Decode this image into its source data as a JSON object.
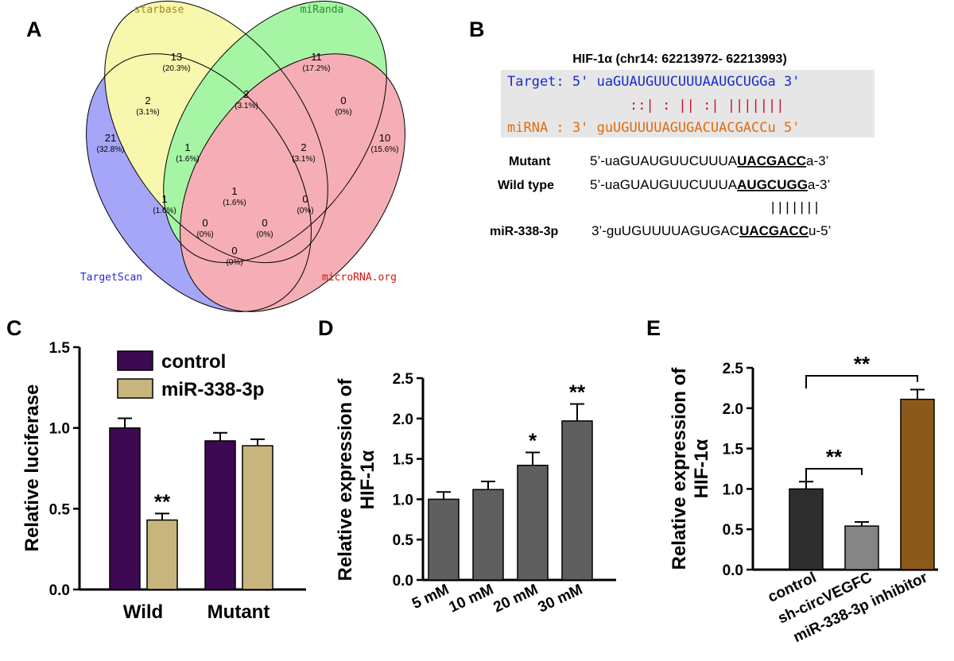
{
  "panels": {
    "a": "A",
    "b": "B",
    "c": "C",
    "d": "D",
    "e": "E"
  },
  "venn": {
    "sets": [
      {
        "name": "starbase",
        "color": "#9a8a1e"
      },
      {
        "name": "miRanda",
        "color": "#2e8b2e"
      },
      {
        "name": "TargetScan",
        "color": "#2a2ad8"
      },
      {
        "name": "microRNA.org",
        "color": "#e01010"
      }
    ],
    "regions": [
      {
        "n": "13",
        "p": "(20.3%)"
      },
      {
        "n": "11",
        "p": "(17.2%)"
      },
      {
        "n": "21",
        "p": "(32.8%)"
      },
      {
        "n": "10",
        "p": "(15.6%)"
      },
      {
        "n": "2",
        "p": "(3.1%)"
      },
      {
        "n": "2",
        "p": "(3.1%)"
      },
      {
        "n": "0",
        "p": "(0%)"
      },
      {
        "n": "1",
        "p": "(1.6%)"
      },
      {
        "n": "2",
        "p": "(3.1%)"
      },
      {
        "n": "1",
        "p": "(1.6%)"
      },
      {
        "n": "1",
        "p": "(1.6%)"
      },
      {
        "n": "0",
        "p": "(0%)"
      },
      {
        "n": "0",
        "p": "(0%)"
      },
      {
        "n": "0",
        "p": "(0%)"
      },
      {
        "n": "0",
        "p": "(0%)"
      }
    ]
  },
  "alignment": {
    "title": "HIF-1α (chr14: 62213972- 62213993)",
    "target_line": "Target: 5' uaGUAUGUUCUUUAAUGCUGGa 3'",
    "pair_line": "::| : || :| |||||||",
    "mirna_line": "miRNA : 3' guUGUUUUAGUGACUACGACCu 5'",
    "mutant_label": "Mutant",
    "mutant_pre": "5’-uaGUAUGUUCUUUA",
    "mutant_ul": "UACGACC",
    "mutant_post": "a-3’",
    "wild_label": "Wild type",
    "wild_pre": "5’-uaGUAUGUUCUUUA",
    "wild_ul": "AUGCUGG",
    "wild_post": "a-3’",
    "bars": "| | | | | | |",
    "mir_label": "miR-338-3p",
    "mir_pre": "3’-guUGUUUUAGUGAC",
    "mir_ul": "UACGACC",
    "mir_post": "u-5’"
  },
  "chart_data": [
    {
      "type": "bar",
      "categories": [
        "Wild",
        "Mutant"
      ],
      "series": [
        {
          "name": "control",
          "values": [
            1.0,
            0.92
          ],
          "errors": [
            0.06,
            0.05
          ],
          "color": "#3d0a52"
        },
        {
          "name": "miR-338-3p",
          "values": [
            0.43,
            0.89
          ],
          "errors": [
            0.04,
            0.04
          ],
          "color": "#c7b57d"
        }
      ],
      "ylabel": "Relative luciferase",
      "ylim": [
        0,
        1.5
      ],
      "yticks": [
        "0.0",
        "0.5",
        "1.0",
        "1.5"
      ],
      "annotations": [
        {
          "category": "Wild",
          "series": "miR-338-3p",
          "text": "**"
        }
      ],
      "legend": "top-left"
    },
    {
      "type": "bar",
      "categories": [
        "5 mM",
        "10 mM",
        "20 mM",
        "30 mM"
      ],
      "values": [
        1.0,
        1.12,
        1.42,
        1.97
      ],
      "errors": [
        0.09,
        0.1,
        0.16,
        0.21
      ],
      "color": "#5f5f5f",
      "ylabel": "Relative expression of HIF-1α",
      "ylim": [
        0,
        2.5
      ],
      "yticks": [
        "0.0",
        "0.5",
        "1.0",
        "1.5",
        "2.0",
        "2.5"
      ],
      "annotations": [
        {
          "category": "20 mM",
          "text": "*"
        },
        {
          "category": "30 mM",
          "text": "**"
        }
      ]
    },
    {
      "type": "bar",
      "categories": [
        "control",
        "sh-circVEGFC",
        "miR-338-3p inhibitor"
      ],
      "values": [
        1.0,
        0.54,
        2.11
      ],
      "errors": [
        0.09,
        0.05,
        0.12
      ],
      "colors": [
        "#2e2e2e",
        "#858585",
        "#8b5a1a"
      ],
      "ylabel": "Relative expression of HIF-1α",
      "ylim": [
        0,
        2.5
      ],
      "yticks": [
        "0.0",
        "0.5",
        "1.0",
        "1.5",
        "2.0",
        "2.5"
      ],
      "brackets": [
        {
          "from": "control",
          "to": "sh-circVEGFC",
          "text": "**"
        },
        {
          "from": "control",
          "to": "miR-338-3p inhibitor",
          "text": "**"
        }
      ]
    }
  ]
}
